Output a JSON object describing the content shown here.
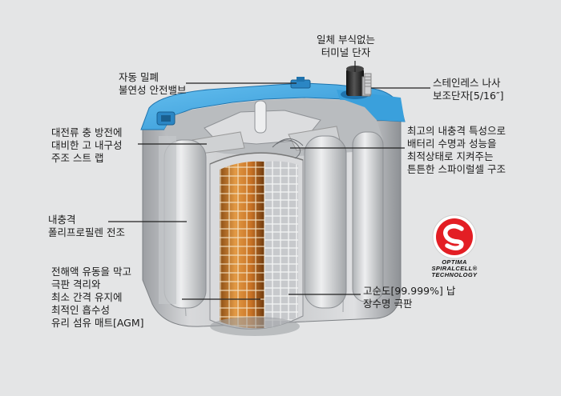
{
  "labels": {
    "terminal": [
      "일체 부식없는",
      "터미널 단자"
    ],
    "valve": [
      "자동 밀폐",
      "불연성 안전밸브"
    ],
    "stainless": [
      "스테인레스 나사",
      "보조단자[5/16″]"
    ],
    "strap": [
      "대전류 충 방전에",
      "대비한 고 내구성",
      "주조 스트 랩"
    ],
    "spiral": [
      "최고의 내충격 특성으로",
      "배터리 수명과 성능을",
      "최적상태로 지켜주는",
      "튼튼한 스파이럴셀 구조"
    ],
    "case": [
      "내충격",
      "폴리프로필렌 전조"
    ],
    "agm": [
      "전해액 유동을 막고",
      "극판 격리와",
      "최소 간격 유지에",
      "최적인 흡수성",
      "유리 섬유 매트[AGM]"
    ],
    "plates": [
      "고순도[99.999%] 납",
      "장수명 극판"
    ]
  },
  "logo": {
    "lines": [
      "OPTIMA",
      "SPIRALCELL®",
      "TECHNOLOGY"
    ],
    "icon": "optima-spiralcell-logo-icon"
  },
  "colors": {
    "background": "#e4e5e6",
    "lid": "#3fa6e0",
    "case": "#c9cacb",
    "cell": "#d5842b",
    "terminal": "#2a2a2a",
    "logo_red": "#e31e24",
    "leader": "#222222"
  }
}
